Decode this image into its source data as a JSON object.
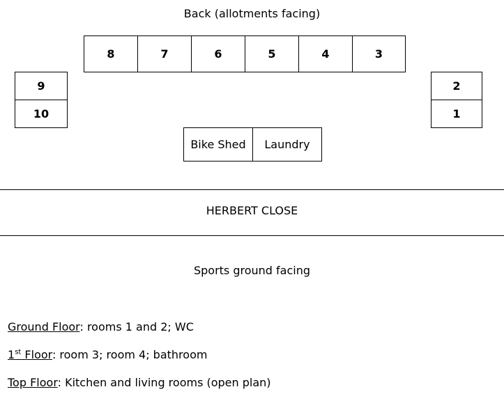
{
  "diagram": {
    "back_label": "Back (allotments facing)",
    "top_row_rooms": [
      "8",
      "7",
      "6",
      "5",
      "4",
      "3"
    ],
    "left_rooms": [
      "9",
      "10"
    ],
    "right_rooms": [
      "2",
      "1"
    ],
    "outbuildings": [
      "Bike Shed",
      "Laundry"
    ],
    "road_label": "HERBERT CLOSE",
    "front_label": "Sports ground facing"
  },
  "legend": {
    "ground": {
      "floor": "Ground Floor",
      "desc": ": rooms 1 and 2; WC"
    },
    "first": {
      "floor_num": "1",
      "floor_sup": "st",
      "floor_word": " Floor",
      "desc": ": room 3; room 4; bathroom"
    },
    "top": {
      "floor": "Top Floor",
      "desc": ": Kitchen and living rooms (open plan)"
    }
  }
}
